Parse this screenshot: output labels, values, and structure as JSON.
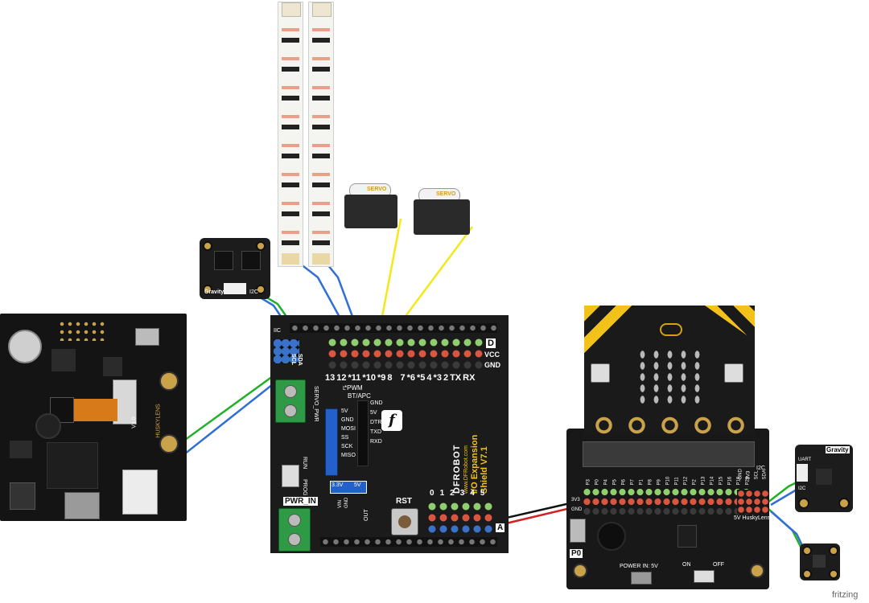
{
  "watermark": "fritzing",
  "expansion_shield": {
    "brand": "DFROBOT",
    "url": "www.DFRobot.com",
    "title_line1": "I/O Expansion",
    "title_line2": "Shield V7.1",
    "digital_labels": [
      "13",
      "12",
      "*11",
      "*10",
      "*9",
      "8",
      "7",
      "*6",
      "*5",
      "4",
      "*3",
      "2",
      "TX",
      "RX"
    ],
    "pwm_note": "*PWM",
    "row_tag_d": "D",
    "vcc": "VCC",
    "gnd": "GND",
    "analog_labels": [
      "0",
      "1",
      "2",
      "3",
      "4",
      "5"
    ],
    "row_tag_a": "A",
    "btapc": "BT/APC",
    "bt_pins": [
      "GND",
      "5V",
      "DTR",
      "TXD",
      "RXD"
    ],
    "spi_pins": [
      "5V",
      "GND",
      "MOSI",
      "SS",
      "SCK",
      "MISO"
    ],
    "iic": "IIC",
    "sda": "SDA",
    "scl": "SCL",
    "servo_pwr": "SERVO_PWR",
    "pwr_in": "PWR_IN",
    "volt_33": "3.3V",
    "volt_5": "5V",
    "prog": "PROG",
    "run": "RUN",
    "rst": "RST",
    "out": "OUT",
    "vin": "VIN",
    "gnd_small": "GND",
    "l_label": "L"
  },
  "microbit_shield": {
    "power_in": "POWER IN: 5V",
    "on": "ON",
    "off": "OFF",
    "p0": "P0",
    "i2c": "I2C",
    "huskylens": "5V HuskyLens",
    "header_pins": [
      "P3",
      "P0",
      "P4",
      "P5",
      "P6",
      "P7",
      "P1",
      "P8",
      "P9",
      "P10",
      "P11",
      "P12",
      "P2",
      "P13",
      "P14",
      "P15",
      "P16",
      "P19",
      "P20"
    ],
    "i2c_pins": [
      "GND",
      "3V3",
      "SCL",
      "SDA"
    ],
    "side_3v3": "3V3",
    "side_gnd": "GND"
  },
  "huskylens": {
    "version": "V1.0",
    "brand": "HUSKYLENS"
  },
  "gravity_module_left": {
    "gravity": "Gravity",
    "i2c": "I2C"
  },
  "gravity_module_right": {
    "gravity": "Gravity",
    "uart": "UART",
    "i2c": "I2C"
  },
  "servos": [
    {
      "label": "SERVO"
    },
    {
      "label": "SERVO"
    }
  ],
  "colors": {
    "wire_blue": "#2f6fd6",
    "wire_green": "#21b02a",
    "wire_yellow": "#f4e81a",
    "wire_red": "#d42020",
    "wire_black": "#111111",
    "pin_green": "#8fcf6f",
    "pin_red": "#d9553f",
    "pin_blue": "#3a72c9",
    "pcb_black": "#1c1c1c",
    "accent_yellow": "#f2c21b"
  }
}
